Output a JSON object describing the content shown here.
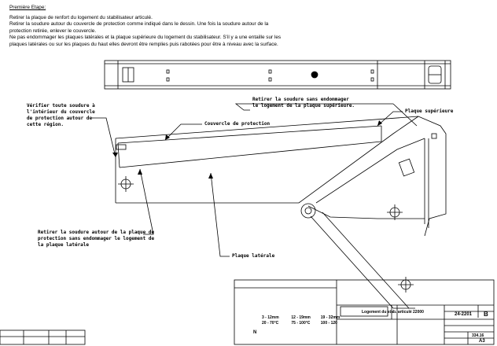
{
  "header": {
    "title": "Première Etape:",
    "lines": [
      "Retirer la plaque de renfort du logement du stabilisateur articulé.",
      "Retirer la soudure autour du couvercle de protection comme indiqué dans le dessin. Une fois la soudure autour de la",
      "protection retirée, enlever le couvercle.",
      "Ne pas endommager les plaques latérales et la plaque supérieure du logement du stabilisateur. S'il y a une entaille sur les",
      "plaques latérales ou sur les plaques du haut elles devront être remplies puis rabotées pour être à niveau avec la surface."
    ]
  },
  "callouts": {
    "verify_welds": [
      "Vérifier toute soudure à",
      "l'intérieur du couvercle",
      "de protection autour de",
      "cette région."
    ],
    "cover": [
      "Couvercle de protection"
    ],
    "remove_weld_top": [
      "Retirer la soudure sans endommager",
      "le logement de la plaque supérieure."
    ],
    "top_plate": [
      "Plaque supérieure"
    ],
    "remove_weld_side": [
      "Retirer la soudure autour de la plaque de",
      "protection sans endommager le logement de",
      "la plaque latérale"
    ],
    "side_plate": [
      "Plaque latérale"
    ]
  },
  "title_block": {
    "tolerances": [
      "3 - 12mm",
      "12 - 19mm",
      "19 - 32mm",
      "20 - 70°C",
      "75 - 100°C",
      "100 - 120"
    ],
    "n_label": "N",
    "part_title": "Logement du stab. articulé 22000",
    "drawing_no": "24-2201",
    "revision": "B",
    "scale": "A3",
    "weight": "334.16"
  }
}
